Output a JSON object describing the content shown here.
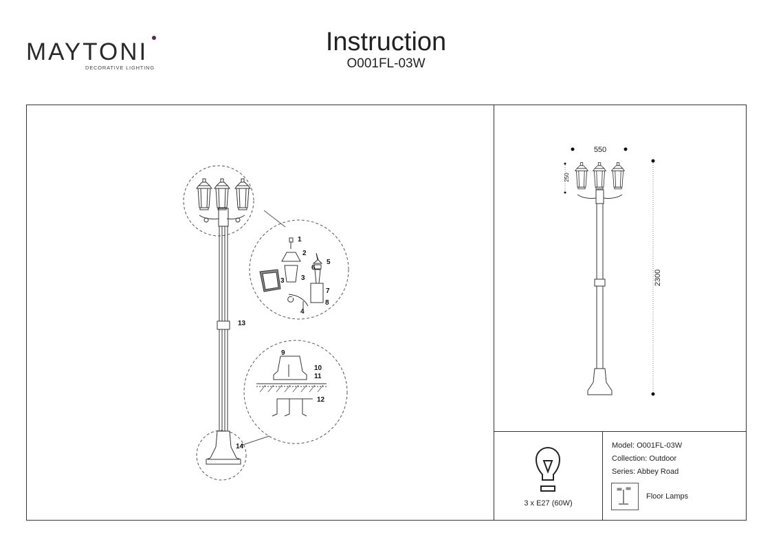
{
  "header": {
    "brand": "MAYTONI",
    "tagline": "DECORATIVE LIGHTING",
    "title": "Instruction",
    "model": "O001FL-03W"
  },
  "assembly": {
    "part_labels": [
      "1",
      "2",
      "3",
      "3",
      "4",
      "5",
      "6",
      "7",
      "8",
      "9",
      "10",
      "11",
      "12",
      "13",
      "14"
    ]
  },
  "dimensions": {
    "width": "550",
    "head_height": "250",
    "total_height": "2300"
  },
  "bulb": {
    "icon": "light-bulb-icon",
    "label": "3 x E27 (60W)"
  },
  "specs": {
    "model": "Model: O001FL-03W",
    "collection": "Collection: Outdoor",
    "series": "Series: Abbey Road",
    "category_icon": "floor-lamp-icon",
    "category": "Floor Lamps"
  }
}
